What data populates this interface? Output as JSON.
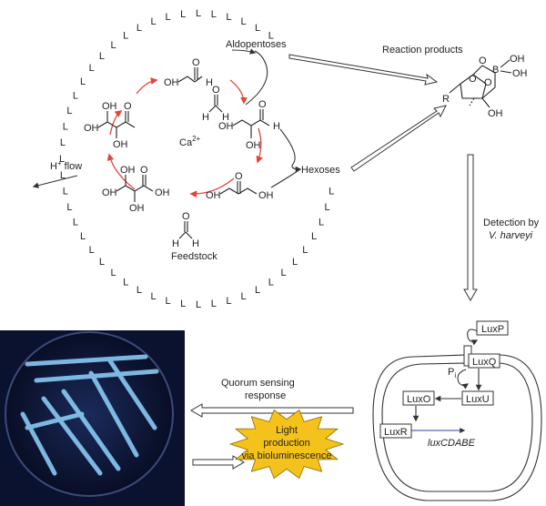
{
  "labels": {
    "aldopentoses": "Aldopentoses",
    "hexoses": "Hexoses",
    "reaction_products": "Reaction products",
    "feedstock": "Feedstock",
    "h_flow": "H",
    "h_flow_sup": "+",
    "h_flow_rest": " flow",
    "calcium": "Ca",
    "calcium_sup": "2+",
    "detection_line1": "Detection by",
    "detection_line2": "V. harveyi",
    "quorum_line1": "Quorum sensing",
    "quorum_line2": "response",
    "light_line1": "Light",
    "light_line2": "production",
    "light_line3": "via bioluminescence",
    "luxP": "LuxP",
    "luxQ": "LuxQ",
    "luxU": "LuxU",
    "luxO": "LuxO",
    "luxR": "LuxR",
    "luxCDABE": "luxCDABE",
    "pi": "P",
    "pi_sub": "i"
  },
  "chem": {
    "OH": "OH",
    "O": "O",
    "H": "H",
    "B": "B",
    "R": "R",
    "lipid": "L"
  },
  "colors": {
    "cycle_arrow": "#e8423a",
    "burst_fill": "#f5c21b",
    "burst_stroke": "#8a6a00",
    "plate_glow": "#8fd4ff",
    "plate_bg": "#0a1230"
  }
}
